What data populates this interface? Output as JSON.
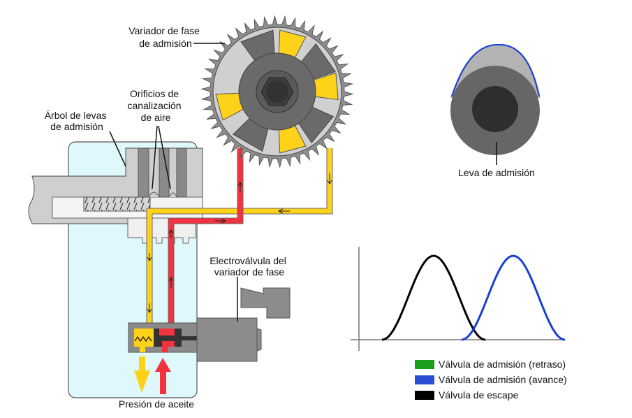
{
  "labels": {
    "phase_variator": [
      "Variador de fase",
      "de admisión"
    ],
    "camshaft": [
      "Árbol de levas",
      "de admisión"
    ],
    "air_orifices": [
      "Orificios de",
      "canalización",
      "de aire"
    ],
    "solenoid": [
      "Electroválvula del",
      "variador de fase"
    ],
    "oil_pressure": "Presión de aceite",
    "intake_cam": "Leva de admisión"
  },
  "colors": {
    "oil_supply": "#f2323e",
    "oil_return": "#ffd21a",
    "housing": "#dff8fc",
    "cam_profile": "#1a3fd6"
  },
  "legend": [
    {
      "label": "Válvula de admisión (retraso)",
      "color": "#1a9f1a"
    },
    {
      "label": "Válvula de admisión (avance)",
      "color": "#2a4fd6"
    },
    {
      "label": "Válvula de escape",
      "color": "#000000"
    }
  ],
  "chart_data": {
    "type": "line",
    "title": "",
    "xlabel": "",
    "ylabel": "",
    "series": [
      {
        "name": "Válvula de escape",
        "color": "#000000",
        "start": 0.0,
        "peak": 0.25,
        "end": 0.5,
        "max_lift": 1.0
      },
      {
        "name": "Válvula de admisión (avance)",
        "color": "#1a3fd6",
        "start": 0.385,
        "peak": 0.635,
        "end": 0.885,
        "max_lift": 1.0
      }
    ],
    "xlim": [
      0,
      1
    ],
    "ylim": [
      0,
      1.1
    ],
    "grid": false,
    "legend_position": "bottom"
  }
}
